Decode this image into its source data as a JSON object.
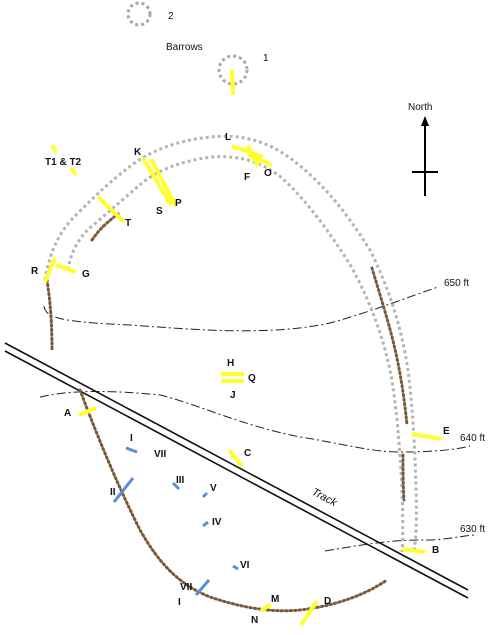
{
  "colors": {
    "trench": "#ffff2e",
    "old_trench": "#5b8ed6",
    "ditch": "#7b5a3a",
    "enclosure_outline": "#b4b4b4",
    "barrow_outline": "#a8a8a8",
    "contour": "#222222"
  },
  "barrows": {
    "title": "Barrows",
    "items": [
      {
        "label": "2"
      },
      {
        "label": "1"
      }
    ]
  },
  "compass": {
    "label": "North",
    "icon": "north-arrow-icon"
  },
  "contours": [
    {
      "label": "650 ft"
    },
    {
      "label": "640 ft"
    },
    {
      "label": "630 ft"
    }
  ],
  "track": {
    "label": "Track"
  },
  "trench_labels": {
    "t1t2": "T1 & T2",
    "k": "K",
    "l": "L",
    "f": "F",
    "o": "O",
    "s": "S",
    "p": "P",
    "t": "T",
    "r": "R",
    "g": "G",
    "h": "H",
    "q": "Q",
    "j": "J",
    "a": "A",
    "c": "C",
    "e": "E",
    "b": "B",
    "m": "M",
    "n": "N",
    "d": "D"
  },
  "old_trench_labels": {
    "i_top": "I",
    "vii_top": "VII",
    "ii": "II",
    "iii": "III",
    "v": "V",
    "iv": "IV",
    "vi": "VI",
    "vii_bottom": "VII",
    "i_bottom": "I"
  }
}
